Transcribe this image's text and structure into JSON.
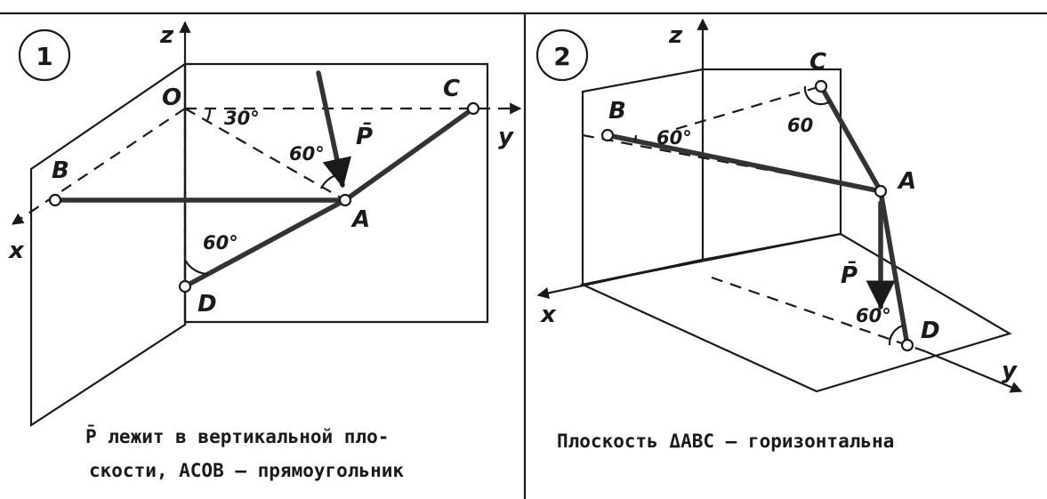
{
  "panel1": {
    "number": "1",
    "axes": {
      "z": "z",
      "y": "y",
      "x": "x"
    },
    "points": {
      "O": "O",
      "B": "B",
      "C": "C",
      "A": "A",
      "D": "D"
    },
    "force": "P̄",
    "angles": {
      "a30": "30°",
      "a60_force": "60°",
      "a60_d": "60°"
    },
    "caption_line1": "P̄ лежит в вертикальной пло-",
    "caption_line2": "скости, ACOB – прямоугольник"
  },
  "panel2": {
    "number": "2",
    "axes": {
      "z": "z",
      "y": "y",
      "x": "x"
    },
    "points": {
      "B": "B",
      "C": "C",
      "A": "A",
      "D": "D"
    },
    "force": "P̄",
    "angles": {
      "a60_b": "60°",
      "a60_c": "60",
      "a60_d": "60°"
    },
    "caption": "Плоскость ΔABC – горизонтальна"
  },
  "colors": {
    "ink": "#1a1a1a",
    "member": "#333333",
    "paper": "#ffffff"
  }
}
